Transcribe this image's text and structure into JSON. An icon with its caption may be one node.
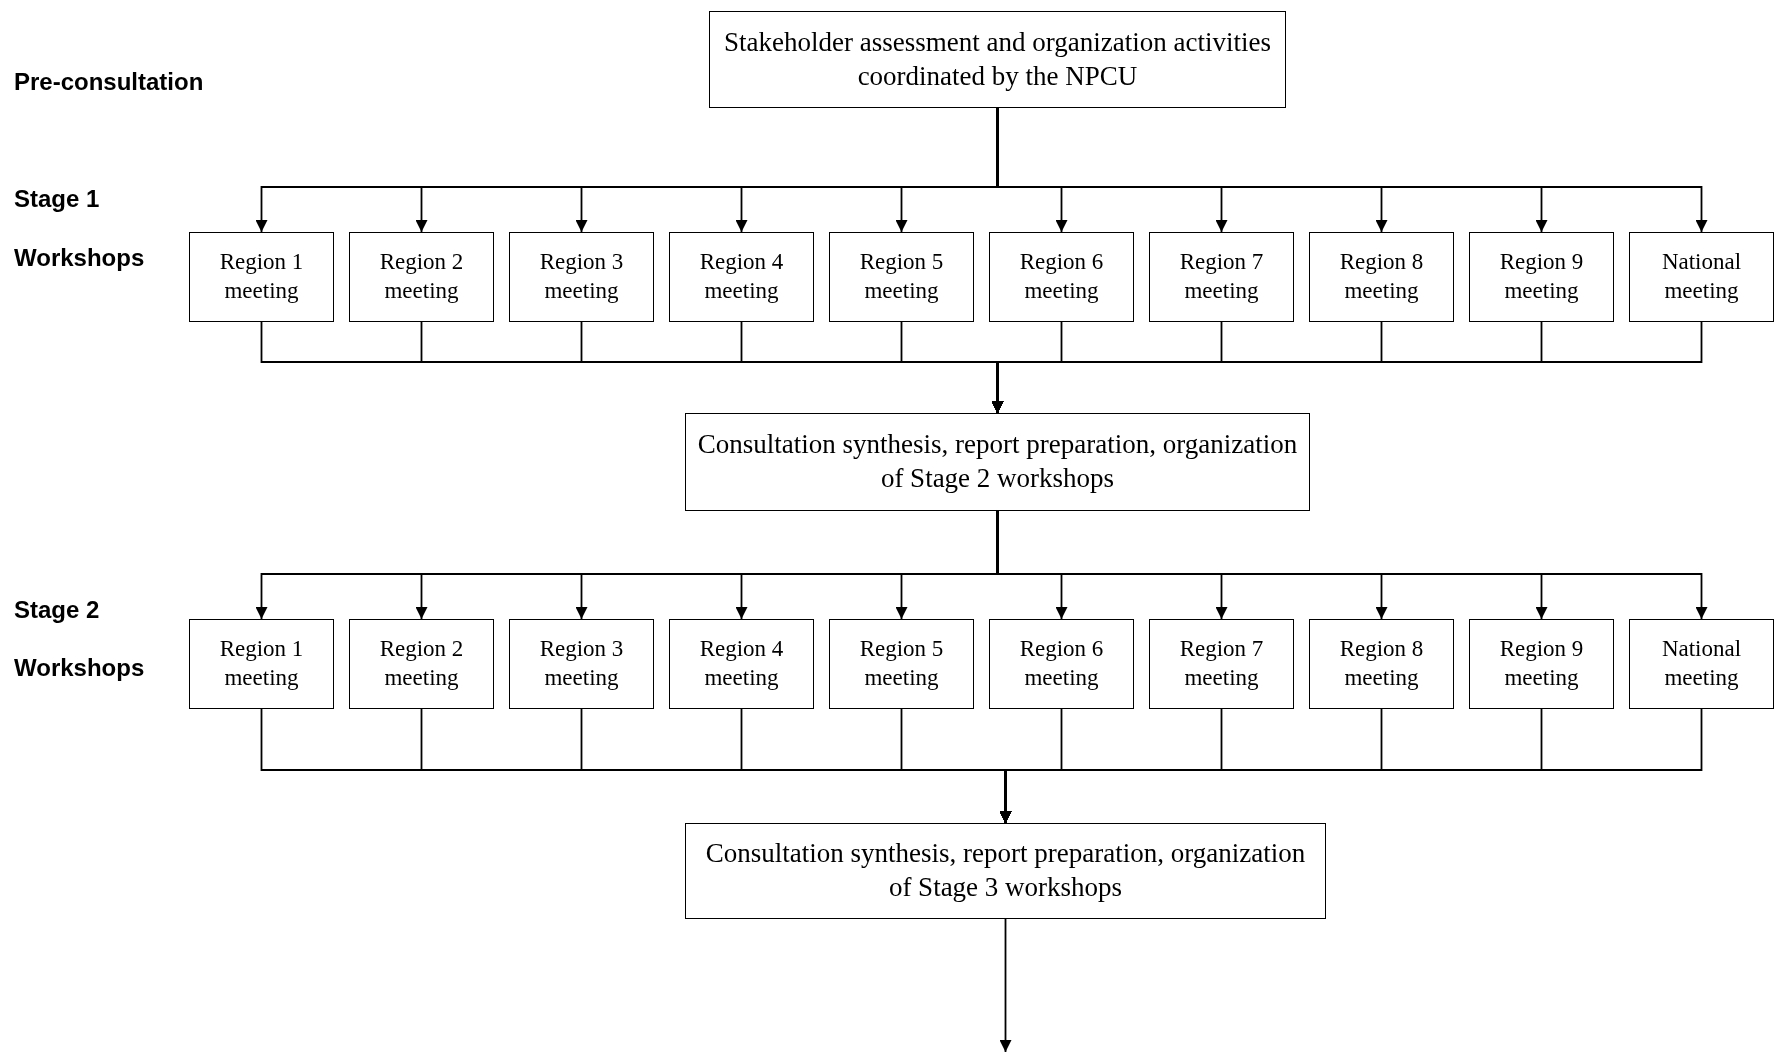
{
  "diagram": {
    "nodes": [
      {
        "text": [
          "Stakeholder assessment and organization activities coordinated by the NPCU"
        ]
      },
      {
        "text": [
          "Region 1 meeting"
        ]
      },
      {
        "text": [
          "Region 2 meeting"
        ]
      },
      {
        "text": [
          "Region 3 meeting"
        ]
      },
      {
        "text": [
          "Region 4 meeting"
        ]
      },
      {
        "text": [
          "Region 5 meeting"
        ]
      },
      {
        "text": [
          "Region 6 meeting"
        ]
      },
      {
        "text": [
          "Region 7 meeting"
        ]
      },
      {
        "text": [
          "Region 8 meeting"
        ]
      },
      {
        "text": [
          "Region 9 meeting"
        ]
      },
      {
        "text": [
          "National meeting"
        ]
      },
      {
        "text": [
          "Consultation synthesis, report preparation, organization of Stage 2 workshops"
        ]
      },
      {
        "text": [
          "Region 1 meeting"
        ]
      },
      {
        "text": [
          "Region 2 meeting"
        ]
      },
      {
        "text": [
          "Region 3 meeting"
        ]
      },
      {
        "text": [
          "Region 4 meeting"
        ]
      },
      {
        "text": [
          "Region 5 meeting"
        ]
      },
      {
        "text": [
          "Region 6 meeting"
        ]
      },
      {
        "text": [
          "Region 7 meeting"
        ]
      },
      {
        "text": [
          "Region 8 meeting"
        ]
      },
      {
        "text": [
          "Region 9 meeting"
        ]
      },
      {
        "text": [
          "National meeting"
        ]
      },
      {
        "text": [
          "Consultation synthesis, report preparation, organization of Stage 3 workshops"
        ]
      }
    ],
    "edges": [
      {
        "from": 0,
        "to": 1,
        "arrow": "to"
      },
      {
        "from": 0,
        "to": 2,
        "arrow": "to"
      },
      {
        "from": 0,
        "to": 3,
        "arrow": "to"
      },
      {
        "from": 0,
        "to": 4,
        "arrow": "to"
      },
      {
        "from": 0,
        "to": 5,
        "arrow": "to"
      },
      {
        "from": 0,
        "to": 6,
        "arrow": "to"
      },
      {
        "from": 0,
        "to": 7,
        "arrow": "to"
      },
      {
        "from": 0,
        "to": 8,
        "arrow": "to"
      },
      {
        "from": 0,
        "to": 9,
        "arrow": "to"
      },
      {
        "from": 0,
        "to": 10,
        "arrow": "to"
      },
      {
        "from": 1,
        "to": 11,
        "arrow": "to"
      },
      {
        "from": 2,
        "to": 11,
        "arrow": "to"
      },
      {
        "from": 3,
        "to": 11,
        "arrow": "to"
      },
      {
        "from": 4,
        "to": 11,
        "arrow": "to"
      },
      {
        "from": 5,
        "to": 11,
        "arrow": "to"
      },
      {
        "from": 6,
        "to": 11,
        "arrow": "to"
      },
      {
        "from": 7,
        "to": 11,
        "arrow": "to"
      },
      {
        "from": 8,
        "to": 11,
        "arrow": "to"
      },
      {
        "from": 9,
        "to": 11,
        "arrow": "to"
      },
      {
        "from": 10,
        "to": 11,
        "arrow": "to"
      },
      {
        "from": 11,
        "to": 12,
        "arrow": "to"
      },
      {
        "from": 11,
        "to": 13,
        "arrow": "to"
      },
      {
        "from": 11,
        "to": 14,
        "arrow": "to"
      },
      {
        "from": 11,
        "to": 15,
        "arrow": "to"
      },
      {
        "from": 11,
        "to": 16,
        "arrow": "to"
      },
      {
        "from": 11,
        "to": 17,
        "arrow": "to"
      },
      {
        "from": 11,
        "to": 18,
        "arrow": "to"
      },
      {
        "from": 11,
        "to": 19,
        "arrow": "to"
      },
      {
        "from": 11,
        "to": 20,
        "arrow": "to"
      },
      {
        "from": 11,
        "to": 21,
        "arrow": "to"
      },
      {
        "from": 12,
        "to": 22,
        "arrow": "to"
      },
      {
        "from": 13,
        "to": 22,
        "arrow": "to"
      },
      {
        "from": 14,
        "to": 22,
        "arrow": "to"
      },
      {
        "from": 15,
        "to": 22,
        "arrow": "to"
      },
      {
        "from": 16,
        "to": 22,
        "arrow": "to"
      },
      {
        "from": 17,
        "to": 22,
        "arrow": "to"
      },
      {
        "from": 18,
        "to": 22,
        "arrow": "to"
      },
      {
        "from": 19,
        "to": 22,
        "arrow": "to"
      },
      {
        "from": 20,
        "to": 22,
        "arrow": "to"
      },
      {
        "from": 21,
        "to": 22,
        "arrow": "to"
      },
      {
        "from": 22,
        "to": null,
        "arrow": "to"
      }
    ],
    "labels": [
      "Pre-consultation",
      "Stage 1",
      "Workshops",
      "Stage 2",
      "Workshops"
    ]
  }
}
